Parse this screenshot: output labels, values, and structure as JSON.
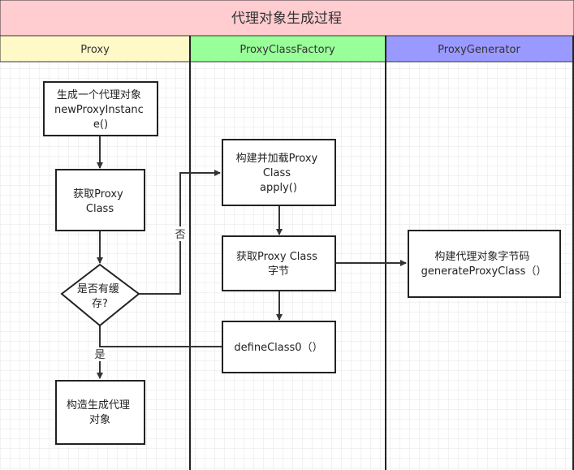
{
  "title": "代理对象生成过程",
  "lanes": [
    {
      "label": "Proxy",
      "color": "#fff9c8"
    },
    {
      "label": "ProxyClassFactory",
      "color": "#99ff99"
    },
    {
      "label": "ProxyGenerator",
      "color": "#9999ff"
    }
  ],
  "title_color": "#ffccd0",
  "nodes": {
    "new_instance": [
      "生成一个代理对象",
      "newProxyInstanc",
      "e()"
    ],
    "get_class": [
      "获取Proxy",
      "Class"
    ],
    "decision": [
      "是否有缓",
      "存?"
    ],
    "build_load": [
      "构建并加载Proxy",
      "Class",
      "apply()"
    ],
    "get_bytes": [
      "获取Proxy Class",
      "字节"
    ],
    "define_class": [
      "defineClass0（）"
    ],
    "construct": [
      "构造生成代理",
      "对象"
    ],
    "generate": [
      "构建代理对象字节码",
      "generateProxyClass（）"
    ]
  },
  "edge_labels": {
    "no": "否",
    "yes": "是"
  }
}
